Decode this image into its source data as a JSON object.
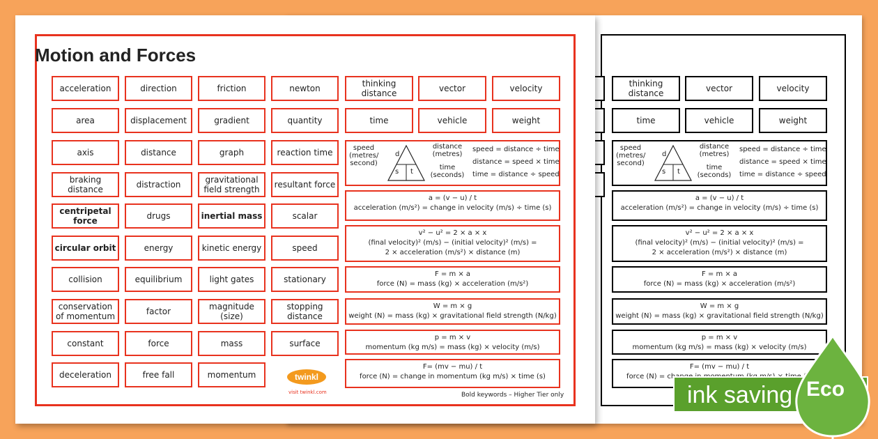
{
  "title": "Motion and Forces",
  "keywords": {
    "col1": [
      "acceleration",
      "area",
      "axis",
      "braking distance",
      "centripetal force",
      "circular orbit",
      "collision",
      "conservation of momentum",
      "constant",
      "deceleration"
    ],
    "col2": [
      "direction",
      "displacement",
      "distance",
      "distraction",
      "drugs",
      "energy",
      "equilibrium",
      "factor",
      "force",
      "free fall"
    ],
    "col3": [
      "friction",
      "gradient",
      "graph",
      "gravitational field strength",
      "inertial mass",
      "kinetic energy",
      "light gates",
      "magnitude (size)",
      "mass",
      "momentum"
    ],
    "col4": [
      "newton",
      "quantity",
      "reaction time",
      "resultant force",
      "scalar",
      "speed",
      "stationary",
      "stopping distance",
      "surface"
    ],
    "row_extra1": [
      "thinking distance",
      "vector",
      "velocity"
    ],
    "row_extra2": [
      "time",
      "vehicle",
      "weight"
    ]
  },
  "triangle": {
    "speed_label": "speed (metres/ second)",
    "distance_label": "distance (metres)",
    "time_label": "time (seconds)",
    "d": "d",
    "s": "s",
    "t": "t",
    "eq1": "speed = distance ÷ time",
    "eq2": "distance = speed × time",
    "eq3": "time = distance ÷ speed"
  },
  "formulas": [
    {
      "l1": "a = (v − u) / t",
      "l2": "acceleration (m/s²) = change in velocity (m/s) ÷ time (s)"
    },
    {
      "l1": "v² − u² = 2 × a × x",
      "l2": "(final velocity)² (m/s) − (initial velocity)² (m/s) =",
      "l3": "2 × acceleration (m/s²) × distance (m)"
    },
    {
      "l1": "F = m × a",
      "l2": "force (N) = mass (kg) × acceleration (m/s²)"
    },
    {
      "l1": "W = m × g",
      "l2": "weight (N) = mass (kg) × gravitational field strength (N/kg)"
    },
    {
      "l1": "p = m × v",
      "l2": "momentum (kg m/s) = mass (kg) × velocity (m/s)"
    },
    {
      "l1": "F= (mv − mu) / t",
      "l2": "force (N) = change in momentum (kg m/s) × time (s)"
    }
  ],
  "logo": "twinkl",
  "logo_url": "visit twinkl.com",
  "note": "Bold keywords – Higher Tier only",
  "banner": {
    "text": "ink saving",
    "badge": "Eco"
  },
  "colors": {
    "accent": "#e8321e",
    "background": "#f7a35a",
    "banner": "#5aa02c"
  }
}
